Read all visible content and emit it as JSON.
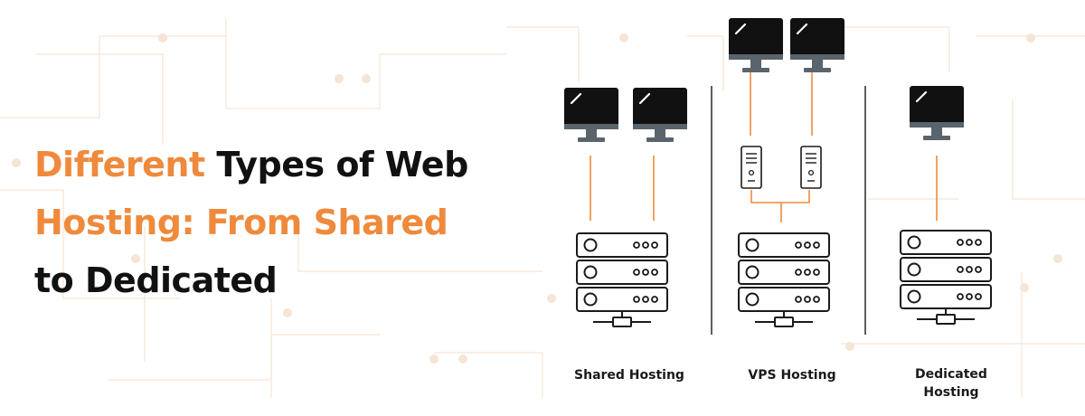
{
  "colors": {
    "accent": "#ef8a3c",
    "dark": "#1a1a1a",
    "monitor_stand": "#5a646c",
    "bg_circuit": "#f6e4d5"
  },
  "title": {
    "line1_highlight": "Different",
    "line1_rest": " Types of Web",
    "line2": "Hosting: From Shared",
    "line3": "to Dedicated"
  },
  "diagram": {
    "shared": {
      "label": "Shared Hosting"
    },
    "vps": {
      "label": "VPS Hosting"
    },
    "dedicated": {
      "label_line1": "Dedicated",
      "label_line2": "Hosting"
    }
  }
}
